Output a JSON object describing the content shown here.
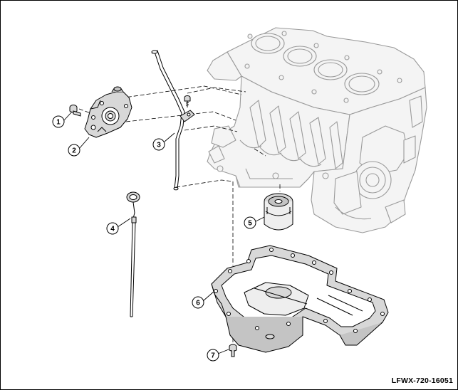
{
  "callouts": [
    {
      "number": "1",
      "part": "oil-pump-bolt"
    },
    {
      "number": "2",
      "part": "oil-pump"
    },
    {
      "number": "3",
      "part": "oil-level-gauge-guide"
    },
    {
      "number": "4",
      "part": "oil-level-gauge"
    },
    {
      "number": "5",
      "part": "oil-filter"
    },
    {
      "number": "6",
      "part": "oil-pan"
    },
    {
      "number": "7",
      "part": "oil-pan-bolt"
    }
  ],
  "drawing_code": "LFWX-720-16051",
  "colors": {
    "line": "#000000",
    "block_outline": "#9a9a9a",
    "block_fill": "#f4f4f4",
    "part_fill": "#d8d8d8",
    "background": "#ffffff"
  }
}
